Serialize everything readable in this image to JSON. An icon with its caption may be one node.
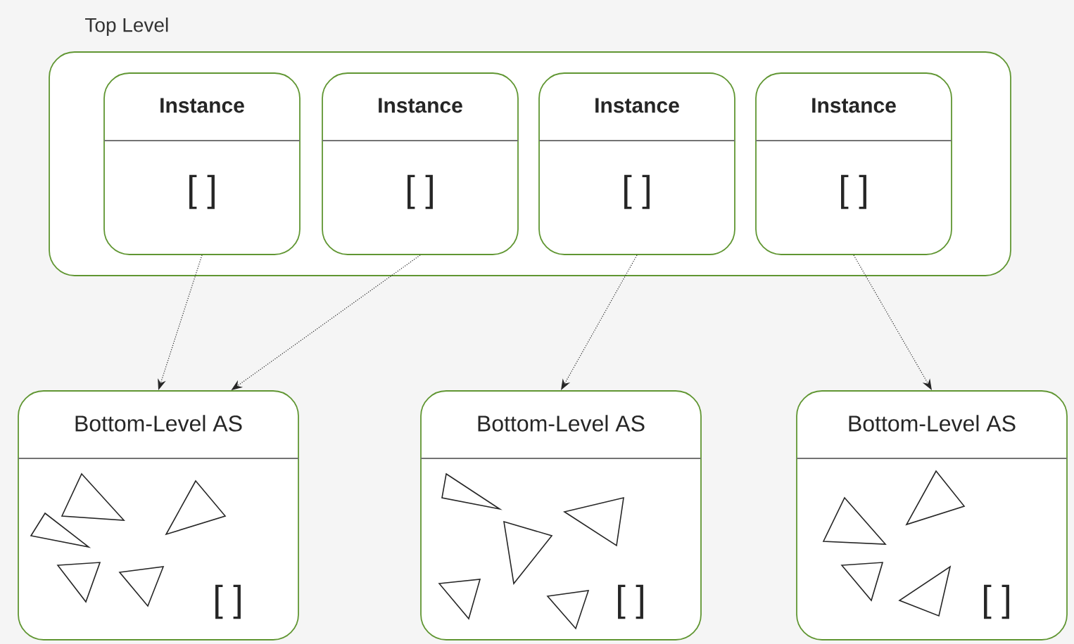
{
  "diagram": {
    "nodes": [
      {
        "text": [
          "Top Level"
        ]
      },
      {
        "text": [
          "Instance",
          "[ ]"
        ],
        "in": 0
      },
      {
        "text": [
          "Instance",
          "[ ]"
        ],
        "in": 0
      },
      {
        "text": [
          "Instance",
          "[ ]"
        ],
        "in": 0
      },
      {
        "text": [
          "Instance",
          "[ ]"
        ],
        "in": 0
      },
      {
        "text": [
          "Bottom-Level AS",
          "[ ]"
        ]
      },
      {
        "text": [
          "Bottom-Level AS",
          "[ ]"
        ]
      },
      {
        "text": [
          "Bottom-Level AS",
          "[ ]"
        ]
      }
    ],
    "edges": [
      {
        "from": 1,
        "to": 5,
        "arrow": "to",
        "style": "dashed"
      },
      {
        "from": 2,
        "to": 5,
        "arrow": "to",
        "style": "dashed"
      },
      {
        "from": 3,
        "to": 6,
        "arrow": "to",
        "style": "dashed"
      },
      {
        "from": 4,
        "to": 7,
        "arrow": "to",
        "style": "dashed"
      }
    ]
  }
}
